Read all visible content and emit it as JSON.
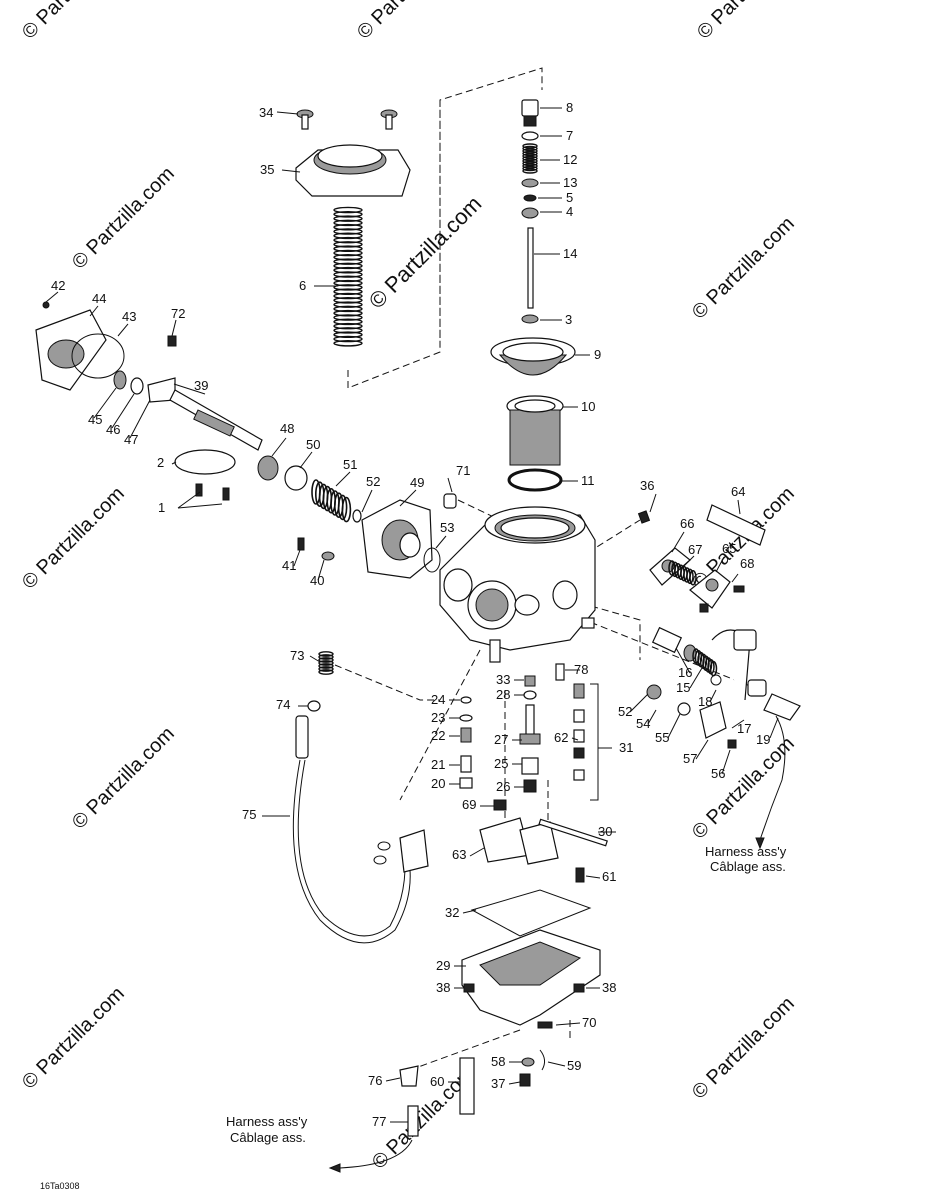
{
  "watermarks": {
    "site": "© Partzilla.com",
    "main": "© Partzilla.com"
  },
  "harness_labels": {
    "right_line1": "Harness ass'y",
    "right_line2": "Câblage ass.",
    "left_line1": "Harness ass'y",
    "left_line2": "Câblage ass."
  },
  "figure_code": "16Ta0308",
  "callouts": [
    "1",
    "2",
    "3",
    "4",
    "5",
    "6",
    "7",
    "8",
    "9",
    "10",
    "11",
    "12",
    "13",
    "14",
    "15",
    "16",
    "17",
    "18",
    "19",
    "20",
    "21",
    "22",
    "23",
    "24",
    "25",
    "26",
    "27",
    "28",
    "29",
    "30",
    "31",
    "32",
    "33",
    "34",
    "35",
    "36",
    "37",
    "38",
    "38",
    "39",
    "40",
    "41",
    "42",
    "43",
    "44",
    "45",
    "46",
    "47",
    "48",
    "49",
    "50",
    "51",
    "52",
    "52",
    "53",
    "54",
    "55",
    "56",
    "57",
    "58",
    "59",
    "60",
    "61",
    "62",
    "63",
    "64",
    "65",
    "66",
    "67",
    "68",
    "69",
    "70",
    "71",
    "72",
    "73",
    "74",
    "75",
    "76",
    "77",
    "78"
  ]
}
